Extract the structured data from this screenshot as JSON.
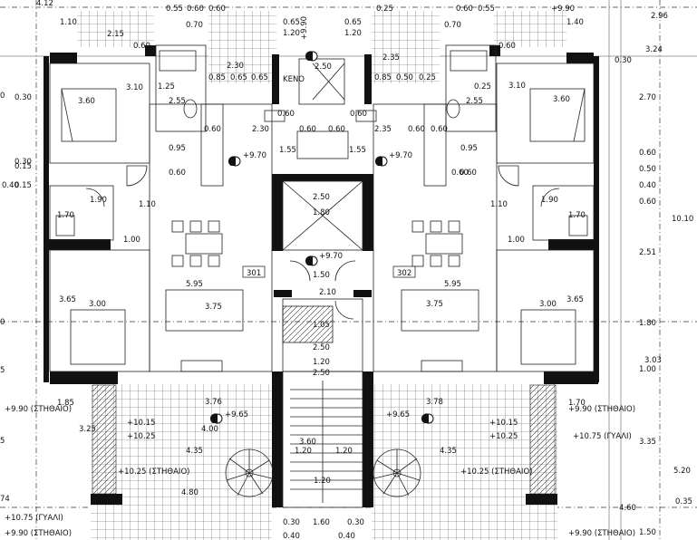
{
  "rooms": {
    "unit_left": "301",
    "unit_right": "302",
    "void_label": "ΚΕΝΟ"
  },
  "levels": [
    {
      "id": "lvl-left-hall",
      "text": "+9.70"
    },
    {
      "id": "lvl-right-hall",
      "text": "+9.70"
    },
    {
      "id": "lvl-stair",
      "text": "+9.70"
    },
    {
      "id": "lvl-top-void",
      "text": "+9.90"
    },
    {
      "id": "lvl-left-terrace",
      "text": "+9.65"
    },
    {
      "id": "lvl-right-terrace",
      "text": "+9.65"
    },
    {
      "id": "lvl-left-1",
      "text": "+9.90 (ΣΤΗΘΑΙΟ)"
    },
    {
      "id": "lvl-right-1",
      "text": "+9.90 (ΣΤΗΘΑΙΟ)"
    },
    {
      "id": "lvl-left-2",
      "text": "+10.15"
    },
    {
      "id": "lvl-right-2",
      "text": "+10.15"
    },
    {
      "id": "lvl-left-3",
      "text": "+10.25"
    },
    {
      "id": "lvl-right-3",
      "text": "+10.25"
    },
    {
      "id": "lvl-right-glass",
      "text": "+10.75 (ΓΥΑΛΙ)"
    },
    {
      "id": "lvl-left-parapet",
      "text": "+10.25 (ΣΤΗΘΑΙΟ)"
    },
    {
      "id": "lvl-right-parapet",
      "text": "+10.25 (ΣΤΗΘΑΙΟ)"
    },
    {
      "id": "lvl-left-glass-bottom",
      "text": "+10.75 (ΓΥΑΛΙ)"
    },
    {
      "id": "lvl-left-bottom",
      "text": "+9.90 (ΣΤΗΘΑΙΟ)"
    },
    {
      "id": "lvl-right-bottom",
      "text": "+9.90 (ΣΤΗΘΑΙΟ)"
    }
  ],
  "dimensions": [
    {
      "id": "d-top-412",
      "text": "4.12"
    },
    {
      "id": "d-top-296",
      "text": "2.96"
    },
    {
      "id": "d-top-324",
      "text": "3.24"
    },
    {
      "id": "d-top-030",
      "text": "0.30"
    },
    {
      "id": "d-r-270",
      "text": "2.70"
    },
    {
      "id": "d-r-060a",
      "text": "0.60"
    },
    {
      "id": "d-r-050",
      "text": "0.50"
    },
    {
      "id": "d-r-040",
      "text": "0.40"
    },
    {
      "id": "d-r-060b",
      "text": "0.60"
    },
    {
      "id": "d-r-1010",
      "text": "10.10"
    },
    {
      "id": "d-r-251",
      "text": "2.51"
    },
    {
      "id": "d-r-180",
      "text": "1.80"
    },
    {
      "id": "d-r-303",
      "text": "3.03"
    },
    {
      "id": "d-r-100",
      "text": "1.00"
    },
    {
      "id": "d-r-335",
      "text": "3.35"
    },
    {
      "id": "d-r-520",
      "text": "5.20"
    },
    {
      "id": "d-r-035",
      "text": "0.35"
    },
    {
      "id": "d-r-150",
      "text": "1.50"
    },
    {
      "id": "d-l-030",
      "text": "0.30"
    },
    {
      "id": "d-l-015a",
      "text": "0.15"
    },
    {
      "id": "d-l-040",
      "text": "0.40"
    },
    {
      "id": "d-l-015b",
      "text": "0.15"
    },
    {
      "id": "d-l-030b",
      "text": "0.30"
    },
    {
      "id": "d-l-10",
      "text": "0"
    },
    {
      "id": "d-l-00",
      "text": "0"
    },
    {
      "id": "d-l-5a",
      "text": "5"
    },
    {
      "id": "d-l-5b",
      "text": "5"
    },
    {
      "id": "d-l-74",
      "text": "74"
    },
    {
      "id": "d-lt-360",
      "text": "3.60"
    },
    {
      "id": "d-lt-310",
      "text": "3.10"
    },
    {
      "id": "d-lt-125",
      "text": "1.25"
    },
    {
      "id": "d-lt-255",
      "text": "2.55"
    },
    {
      "id": "d-lt-095",
      "text": "0.95"
    },
    {
      "id": "d-lt-060",
      "text": "0.60"
    },
    {
      "id": "d-lt-190",
      "text": "1.90"
    },
    {
      "id": "d-lt-110",
      "text": "1.10"
    },
    {
      "id": "d-lt-170",
      "text": "1.70"
    },
    {
      "id": "d-lt-100",
      "text": "1.00"
    },
    {
      "id": "d-lt-595",
      "text": "5.95"
    },
    {
      "id": "d-lt-375",
      "text": "3.75"
    },
    {
      "id": "d-lt-365",
      "text": "3.65"
    },
    {
      "id": "d-lt-300",
      "text": "3.00"
    },
    {
      "id": "d-lt-185",
      "text": "1.85"
    },
    {
      "id": "d-lt-376",
      "text": "3.76"
    },
    {
      "id": "d-lt-400",
      "text": "4.00"
    },
    {
      "id": "d-lt-435",
      "text": "4.35"
    },
    {
      "id": "d-lt-480",
      "text": "4.80"
    },
    {
      "id": "d-lt-325",
      "text": "3.25"
    },
    {
      "id": "d-rt-360",
      "text": "3.60"
    },
    {
      "id": "d-rt-310",
      "text": "3.10"
    },
    {
      "id": "d-rt-255",
      "text": "2.55"
    },
    {
      "id": "d-rt-095",
      "text": "0.95"
    },
    {
      "id": "d-rt-060",
      "text": "0.60"
    },
    {
      "id": "d-rt-190",
      "text": "1.90"
    },
    {
      "id": "d-rt-110",
      "text": "1.10"
    },
    {
      "id": "d-rt-170",
      "text": "1.70"
    },
    {
      "id": "d-rt-100",
      "text": "1.00"
    },
    {
      "id": "d-rt-595",
      "text": "5.95"
    },
    {
      "id": "d-rt-375",
      "text": "3.75"
    },
    {
      "id": "d-rt-365",
      "text": "3.65"
    },
    {
      "id": "d-rt-300",
      "text": "3.00"
    },
    {
      "id": "d-rt-170b",
      "text": "1.70"
    },
    {
      "id": "d-rt-378",
      "text": "3.78"
    },
    {
      "id": "d-rt-435",
      "text": "4.35"
    },
    {
      "id": "d-rt-460",
      "text": "4.60"
    },
    {
      "id": "d-c-250a",
      "text": "2.50"
    },
    {
      "id": "d-c-180",
      "text": "1.80"
    },
    {
      "id": "d-c-150",
      "text": "1.50"
    },
    {
      "id": "d-c-210",
      "text": "2.10"
    },
    {
      "id": "d-c-105",
      "text": "1.05"
    },
    {
      "id": "d-c-250b",
      "text": "2.50"
    },
    {
      "id": "d-c-120a",
      "text": "1.20"
    },
    {
      "id": "d-c-250c",
      "text": "2.50"
    },
    {
      "id": "d-c-360",
      "text": "3.60"
    },
    {
      "id": "d-c-120b",
      "text": "1.20"
    },
    {
      "id": "d-c-120c",
      "text": "1.20"
    },
    {
      "id": "d-c-120d",
      "text": "1.20"
    },
    {
      "id": "d-c-160",
      "text": "1.60"
    },
    {
      "id": "d-c-030a",
      "text": "0.30"
    },
    {
      "id": "d-c-030b",
      "text": "0.30"
    },
    {
      "id": "d-c-040a",
      "text": "0.40"
    },
    {
      "id": "d-c-040b",
      "text": "0.40"
    },
    {
      "id": "d-c-155a",
      "text": "1.55"
    },
    {
      "id": "d-c-155b",
      "text": "1.55"
    },
    {
      "id": "d-c-060a",
      "text": "0.60"
    },
    {
      "id": "d-c-060b",
      "text": "0.60"
    },
    {
      "id": "d-c-060c",
      "text": "0.60"
    },
    {
      "id": "d-c-060d",
      "text": "0.60"
    },
    {
      "id": "d-c-230",
      "text": "2.30"
    },
    {
      "id": "d-c-235",
      "text": "2.35"
    },
    {
      "id": "d-c-060e",
      "text": "0.60"
    },
    {
      "id": "d-c-060f",
      "text": "0.60"
    },
    {
      "id": "d-c-060g",
      "text": "0.60"
    },
    {
      "id": "d-c-060h",
      "text": "0.60"
    },
    {
      "id": "d-t-250",
      "text": "2.50"
    },
    {
      "id": "d-t-230",
      "text": "2.30"
    },
    {
      "id": "d-t-235",
      "text": "2.35"
    },
    {
      "id": "d-t-120a",
      "text": "1.20"
    },
    {
      "id": "d-t-120b",
      "text": "1.20"
    },
    {
      "id": "d-t-065a",
      "text": "0.65"
    },
    {
      "id": "d-t-065b",
      "text": "0.65"
    },
    {
      "id": "d-t-055",
      "text": "0.55"
    },
    {
      "id": "d-t-060a",
      "text": "0.60"
    },
    {
      "id": "d-t-070a",
      "text": "0.70"
    },
    {
      "id": "d-t-070b",
      "text": "0.70"
    },
    {
      "id": "d-t-060b",
      "text": "0.60"
    },
    {
      "id": "d-t-060c",
      "text": "0.60"
    },
    {
      "id": "d-t-025",
      "text": "0.25"
    },
    {
      "id": "d-t-140",
      "text": "1.40"
    },
    {
      "id": "d-t-110",
      "text": "1.10"
    },
    {
      "id": "d-t-060d",
      "text": "0.60"
    },
    {
      "id": "d-t-215",
      "text": "2.15"
    },
    {
      "id": "d-t-060e",
      "text": "0.60"
    },
    {
      "id": "d-t-055b",
      "text": "0.55"
    },
    {
      "id": "d-t-085a",
      "text": "0.85"
    },
    {
      "id": "d-t-065c",
      "text": "0.65"
    },
    {
      "id": "d-t-065d",
      "text": "0.65"
    },
    {
      "id": "d-t-085b",
      "text": "0.85"
    },
    {
      "id": "d-t-050",
      "text": "0.50"
    },
    {
      "id": "d-t-025b",
      "text": "0.25"
    },
    {
      "id": "d-t-025c",
      "text": "0.25"
    },
    {
      "id": "d-t-990",
      "text": "+9.90"
    }
  ]
}
